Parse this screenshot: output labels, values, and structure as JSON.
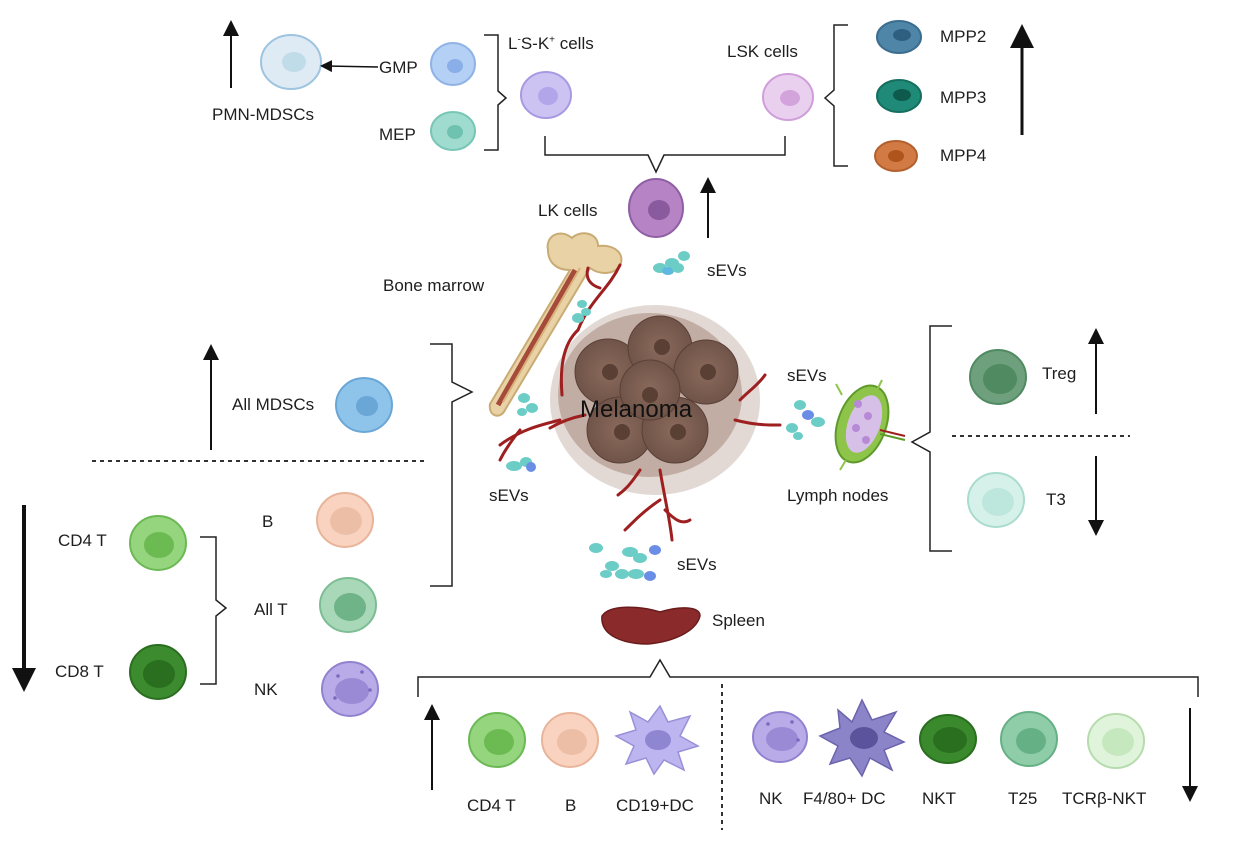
{
  "labels": {
    "lsk_minus": "L",
    "lsk_minus_sup": "-",
    "lsk_mid": "S-K",
    "lsk_plus_sup": "+",
    "lsk_tail": " cells",
    "gmp": "GMP",
    "mep": "MEP",
    "pmn_mdscs": "PMN-MDSCs",
    "lsk_cells": "LSK cells",
    "mpp2": "MPP2",
    "mpp3": "MPP3",
    "mpp4": "MPP4",
    "lk_cells": "LK cells",
    "sevs_top": "sEVs",
    "bone_marrow": "Bone marrow",
    "melanoma": "Melanoma",
    "all_mdscs": "All MDSCs",
    "sevs_left": "sEVs",
    "sevs_right": "sEVs",
    "lymph_nodes": "Lymph nodes",
    "treg": "Treg",
    "t3": "T3",
    "sevs_bottom": "sEVs",
    "spleen": "Spleen",
    "cd4t_left": "CD4 T",
    "cd8t_left": "CD8 T",
    "b_left": "B",
    "all_t": "All T",
    "nk_left": "NK",
    "cd4t_bottom": "CD4 T",
    "b_bottom": "B",
    "cd19dc": "CD19+DC",
    "nk_bottom": "NK",
    "f480dc": "F4/80+ DC",
    "nkt": "NKT",
    "t25": "T25",
    "tcrb_nkt": "TCRβ-NKT"
  },
  "colors": {
    "blue_light": "#c8dff0",
    "gmp": "#a9c8f0",
    "mep": "#8fd6c8",
    "lsk_minus": "#c8bdf0",
    "lsk": "#e2c4ea",
    "lk": "#b07cc0",
    "mpp2": "#4f86a8",
    "mpp3": "#1f8a78",
    "mpp4": "#cf6d35",
    "mdsc": "#8fc4ea",
    "treg": "#5e9a70",
    "t3": "#cdeee6",
    "cd4t": "#8fd079",
    "cd8t": "#3e8a30",
    "b": "#f8cdb8",
    "all_t": "#9fd0b0",
    "nk": "#b7a9e6",
    "dc": "#b9b2ee",
    "f480": "#8c84c8",
    "nkt": "#3a8a2d",
    "t25": "#8fcca8",
    "tcrb": "#d9f2d4",
    "vessel": "#9e1f1f",
    "sev": "#6ccdc6",
    "sev_blue": "#6a8ee6",
    "melanoma": "#7b5e52",
    "spleen": "#8a2a2a",
    "bone": "#e8d3a8"
  }
}
